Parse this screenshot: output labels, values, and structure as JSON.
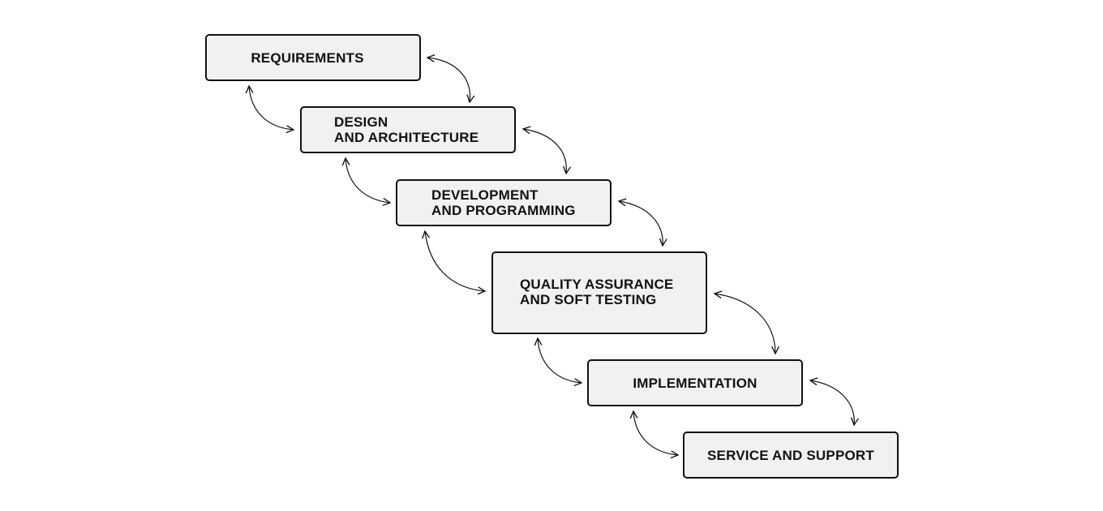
{
  "diagram": {
    "stages": [
      {
        "id": "requirements",
        "label": "REQUIREMENTS"
      },
      {
        "id": "design",
        "label": "DESIGN\nAND ARCHITECTURE"
      },
      {
        "id": "development",
        "label": "DEVELOPMENT\nAND PROGRAMMING"
      },
      {
        "id": "qa",
        "label": "QUALITY ASSURANCE\nAND SOFT TESTING"
      },
      {
        "id": "implementation",
        "label": "IMPLEMENTATION"
      },
      {
        "id": "service",
        "label": "SERVICE AND SUPPORT"
      }
    ],
    "connections": [
      {
        "from": "requirements",
        "to": "design",
        "direction": "bidirectional"
      },
      {
        "from": "design",
        "to": "development",
        "direction": "bidirectional"
      },
      {
        "from": "development",
        "to": "qa",
        "direction": "bidirectional"
      },
      {
        "from": "qa",
        "to": "implementation",
        "direction": "bidirectional"
      },
      {
        "from": "implementation",
        "to": "service",
        "direction": "bidirectional"
      }
    ],
    "colors": {
      "box_fill": "#f1f1f1",
      "box_border": "#111111",
      "text": "#111111",
      "background": "#ffffff"
    }
  }
}
